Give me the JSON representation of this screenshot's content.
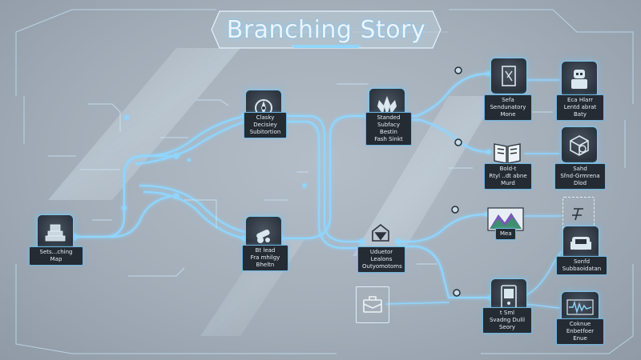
{
  "diagram": {
    "title": "Branching Story",
    "colors": {
      "line": "#8fd6ff",
      "line_glow": "#c8ecff",
      "node_bg": "#2a323b",
      "label_bg": "#242b33",
      "accent": "#7fc6ec"
    },
    "nodes": [
      {
        "id": "start",
        "icon": "monument-icon",
        "label": "Sets...ching\nMap"
      },
      {
        "id": "choice-a",
        "icon": "compass-icon",
        "label": "Clasky\nDecisiey\nSubitortion"
      },
      {
        "id": "choice-b",
        "icon": "cannon-icon",
        "label": "Bt lead\nFra mhilgy\nBheltn"
      },
      {
        "id": "merge-top",
        "icon": "crest-icon",
        "label": "Standed\nSubfacy\nBestin\nFash Sinkt"
      },
      {
        "id": "merge-bottom",
        "icon": "shield-icon",
        "label": "Uduetor\nLealons\nOutyomotoms"
      },
      {
        "id": "branch-1",
        "icon": "scroll-icon",
        "label": "Sefa\nSendunatory\nMone"
      },
      {
        "id": "branch-2",
        "icon": "book-icon",
        "label": "Bold-t\nRtyl ..dt abne\nMurd"
      },
      {
        "id": "branch-3",
        "icon": "landscape-icon",
        "label": "Mea"
      },
      {
        "id": "branch-4",
        "icon": "device-icon",
        "label": "t Sml\nSvadng Dulil\nSeory"
      },
      {
        "id": "side-box",
        "icon": "briefcase-icon",
        "label": ""
      },
      {
        "id": "end-1",
        "icon": "robot-icon",
        "label": "Eca Hlarr\nLentd abrat\nBaty"
      },
      {
        "id": "end-2",
        "icon": "cube-icon",
        "label": "Sahd\nSfnd-Grmrena\nDlod"
      },
      {
        "id": "end-3",
        "icon": "signpost-icon",
        "label": ""
      },
      {
        "id": "end-4",
        "icon": "console-icon",
        "label": "Sonfd\nSubbaoidatan"
      },
      {
        "id": "end-5",
        "icon": "waveform-icon",
        "label": "Coknue\nEnbetfoer\nEnue"
      }
    ],
    "edges": [
      [
        "start",
        "choice-a"
      ],
      [
        "start",
        "choice-b"
      ],
      [
        "choice-a",
        "merge-top"
      ],
      [
        "choice-b",
        "merge-bottom"
      ],
      [
        "choice-a",
        "merge-bottom"
      ],
      [
        "choice-b",
        "merge-top"
      ],
      [
        "merge-top",
        "branch-1"
      ],
      [
        "merge-top",
        "branch-2"
      ],
      [
        "merge-bottom",
        "branch-3"
      ],
      [
        "merge-bottom",
        "branch-4"
      ],
      [
        "side-box",
        "branch-4"
      ],
      [
        "branch-1",
        "end-1"
      ],
      [
        "branch-2",
        "end-2"
      ],
      [
        "branch-3",
        "end-3"
      ],
      [
        "branch-4",
        "end-4"
      ],
      [
        "branch-4",
        "end-5"
      ]
    ]
  }
}
